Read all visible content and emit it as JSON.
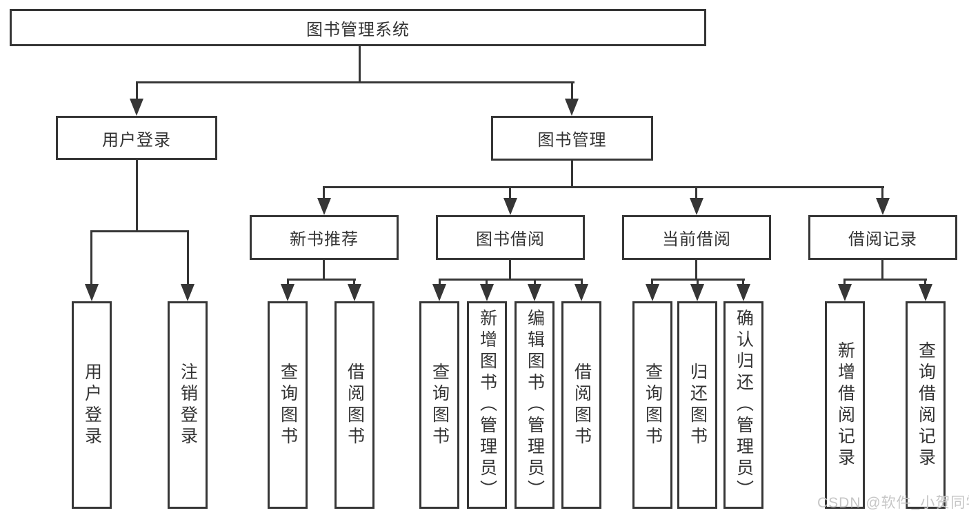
{
  "watermark": "CSDN @软件_小贺同学",
  "colors": {
    "line": "#363636",
    "text": "#333333",
    "watermark_text": "#c6c6c6",
    "background": "#ffffff"
  },
  "nodes": {
    "root": "图书管理系统",
    "level2": {
      "user_login": "用户登录",
      "book_management": "图书管理"
    },
    "level3": {
      "new_book_recommend": "新书推荐",
      "book_borrow": "图书借阅",
      "current_borrow": "当前借阅",
      "borrow_records": "借阅记录"
    },
    "leaves": {
      "user_login": "用户登录",
      "logout": "注销登录",
      "recommend_query_book": "查询图书",
      "recommend_borrow_book": "借阅图书",
      "borrow_query_book": "查询图书",
      "borrow_add_book": "新增图书（管理员）",
      "borrow_edit_book": "编辑图书（管理员）",
      "borrow_borrow_book": "借阅图书",
      "current_query_book": "查询图书",
      "current_return_book": "归还图书",
      "current_confirm_return": "确认归还（管理员）",
      "records_add_record": "新增借阅记录",
      "records_query_record": "查询借阅记录"
    }
  }
}
